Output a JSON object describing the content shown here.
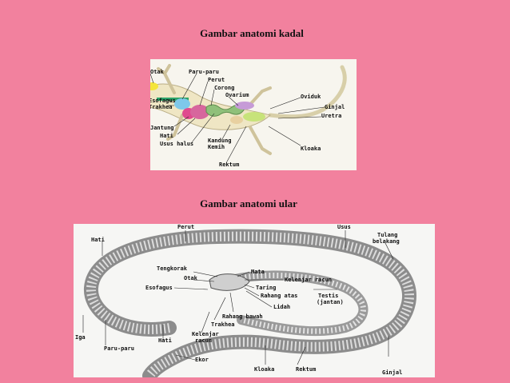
{
  "titles": {
    "lizard": "Gambar anatomi kadal",
    "snake": "Gambar anatomi ular"
  },
  "lizard_labels": {
    "otak": "Otak",
    "paru": "Paru-paru",
    "perut": "Perut",
    "corong": "Corong",
    "ovarium": "Ovarium",
    "esofagus": "Esofagus",
    "trakhea": "Trakhea",
    "oviduk": "Oviduk",
    "ginjal": "Ginjal",
    "uretra": "Uretra",
    "jantung": "Jantung",
    "hati": "Hati",
    "usus": "Usus halus",
    "kandung1": "Kandung",
    "kandung2": "Kemih",
    "kloaka": "Kloaka",
    "rektum": "Rektum"
  },
  "snake_labels": {
    "perut": "Perut",
    "usus": "Usus",
    "tulang1": "Tulang",
    "tulang2": "belakang",
    "hati": "Hati",
    "tengkorak": "Tengkorak",
    "mata": "Mata",
    "otak": "Otak",
    "kelenjar_racun": "Kelenjar racun",
    "esofagus": "Esofagus",
    "taring": "Taring",
    "rahang_atas": "Rahang atas",
    "testis1": "Testis",
    "testis2": "(jantan)",
    "lidah": "Lidah",
    "rahang_bawah": "Rahang bawah",
    "trakhea": "Trakhea",
    "kelenjar1": "Kelenjar",
    "kelenjar2": "racun",
    "iga": "Iga",
    "paru": "Paru-paru",
    "hati2": "Hati",
    "ekor": "Ekor",
    "kloaka": "Kloaka",
    "rektum": "Rektum",
    "ginjal": "Ginjal"
  }
}
